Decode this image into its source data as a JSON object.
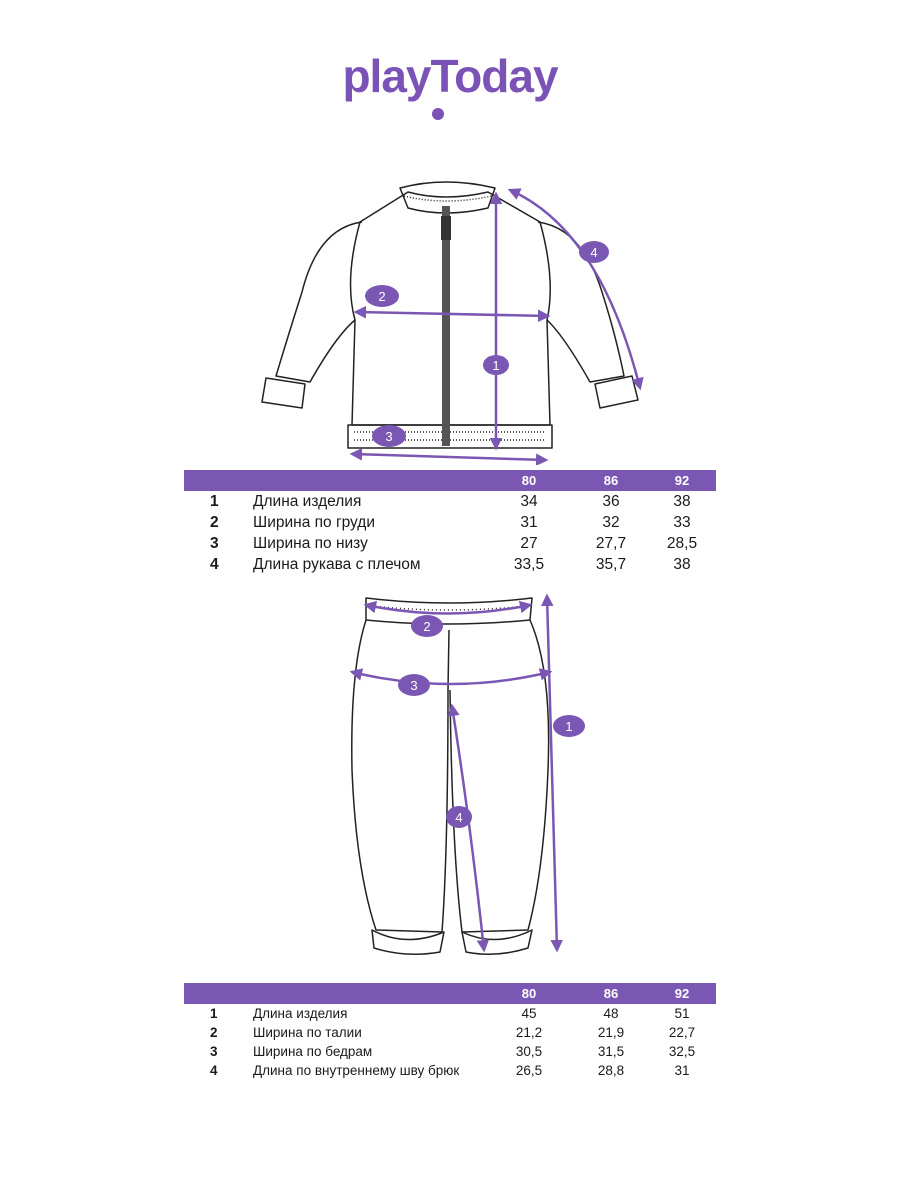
{
  "brand": {
    "name": "playToday",
    "color": "#7b53b6"
  },
  "colors": {
    "accent": "#7b57b4",
    "outline": "#222222"
  },
  "jacket": {
    "size_headers": [
      "80",
      "86",
      "92"
    ],
    "callouts": [
      "1",
      "2",
      "3",
      "4"
    ],
    "rows": [
      {
        "num": "1",
        "name": "Длина изделия",
        "values": [
          "34",
          "36",
          "38"
        ]
      },
      {
        "num": "2",
        "name": "Ширина по груди",
        "values": [
          "31",
          "32",
          "33"
        ]
      },
      {
        "num": "3",
        "name": "Ширина по низу",
        "values": [
          "27",
          "27,7",
          "28,5"
        ]
      },
      {
        "num": "4",
        "name": "Длина рукава с плечом",
        "values": [
          "33,5",
          "35,7",
          "38"
        ]
      }
    ]
  },
  "pants": {
    "size_headers": [
      "80",
      "86",
      "92"
    ],
    "callouts": [
      "1",
      "2",
      "3",
      "4"
    ],
    "rows": [
      {
        "num": "1",
        "name": "Длина изделия",
        "values": [
          "45",
          "48",
          "51"
        ]
      },
      {
        "num": "2",
        "name": "Ширина по талии",
        "values": [
          "21,2",
          "21,9",
          "22,7"
        ]
      },
      {
        "num": "3",
        "name": "Ширина по бедрам",
        "values": [
          "30,5",
          "31,5",
          "32,5"
        ]
      },
      {
        "num": "4",
        "name": "Длина по внутреннему шву брюк",
        "values": [
          "26,5",
          "28,8",
          "31"
        ]
      }
    ]
  }
}
